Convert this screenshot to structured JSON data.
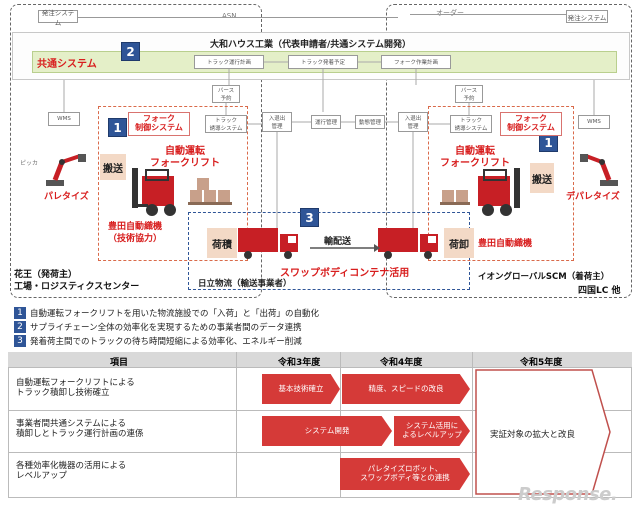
{
  "top": {
    "order_system_left": "発注システム",
    "order_system_right": "発注システム",
    "asn": "ASN",
    "order": "オーダー",
    "daiwa_title": "大和ハウス工業（代表申請者/共通システム開発）",
    "common_system": "共通システム",
    "truck_plan": "トラック運行計画",
    "truck_dispatch": "トラック発着予定",
    "fork_work_plan": "フォーク作業計画",
    "berth_left": "バース\n予約",
    "berth_right": "バース\n予約",
    "wms_left": "WMS",
    "wms_right": "WMS",
    "fork_ctrl_left": "フォーク\n制御システム",
    "fork_ctrl_right": "フォーク\n制御システム",
    "truck_wait_left": "トラック\n誘導システム",
    "truck_wait_right": "トラック\n誘導システム",
    "in_out_left": "入退出\n管理",
    "in_out_right": "入退出\n管理",
    "dispatch_mgmt": "運行管理",
    "veh_mgmt": "動態管理",
    "picker": "ピッカ",
    "palletize": "パレタイズ",
    "depalletize": "デパレタイズ",
    "convey_left": "搬送",
    "convey_right": "搬送",
    "auto_fork_left": "自動運転\nフォークリフト",
    "auto_fork_right": "自動運転\nフォークリフト",
    "toyota_left": "豊田自動織機\n（技術協力）",
    "toyota_right": "豊田自動織機",
    "loading": "荷積",
    "transport": "輸配送",
    "unloading": "荷卸",
    "swap_body": "スワップボディコンテナ活用",
    "hitachi": "日立物流（輸送事業者）",
    "kao": "花王（発荷主）\n工場・ロジスティクスセンター",
    "aeon": "イオングローバルSCM（着荷主）",
    "shikoku": "四国LC 他"
  },
  "badges": [
    "1",
    "2",
    "1",
    "3"
  ],
  "notes": [
    {
      "num": "1",
      "text": "自動運転フォークリフトを用いた物流施設での「入荷」と「出荷」の自動化"
    },
    {
      "num": "2",
      "text": "サプライチェーン全体の効率化を実現するための事業者間のデータ連携"
    },
    {
      "num": "3",
      "text": "発着荷主間でのトラックの待ち時間短縮による効率化、エネルギー削減"
    }
  ],
  "schedule": {
    "headers": [
      "項目",
      "令和3年度",
      "令和4年度",
      "令和5年度"
    ],
    "rows": [
      {
        "label": "自動運転フォークリフトによる\nトラック積卸し技術確立"
      },
      {
        "label": "事業者間共通システムによる\n積卸しとトラック運行計画の連係"
      },
      {
        "label": "各種効率化機器の活用による\nレベルアップ"
      }
    ],
    "bars": {
      "r1a": "基本技術確立",
      "r1b": "精度、スピードの改良",
      "r2a": "システム開発",
      "r2b": "システム活用に\nよるレベルアップ",
      "r3a": "パレタイズロボット、\nスワップボディ等との連携",
      "r5": "実証対象の拡大と改良"
    }
  },
  "watermark": "Response."
}
